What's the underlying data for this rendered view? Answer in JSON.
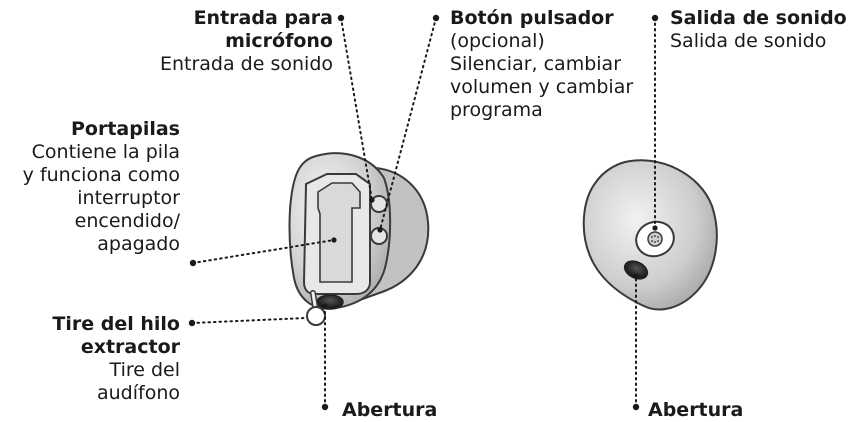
{
  "labels": {
    "mic": {
      "title_line1": "Entrada para",
      "title_line2": "micrófono",
      "desc": "Entrada de sonido"
    },
    "button": {
      "title": "Botón pulsador",
      "desc": [
        "(opcional)",
        "Silenciar, cambiar",
        "volumen y cambiar",
        "programa"
      ]
    },
    "sound_out": {
      "title": "Salida de sonido",
      "desc": "Salida de sonido"
    },
    "battery": {
      "title": "Portapilas",
      "desc": [
        "Contiene la pila",
        "y funciona como",
        "interruptor",
        "encendido/",
        "apagado"
      ]
    },
    "pull_string": {
      "title_line1": "Tire del hilo",
      "title_line2": "extractor",
      "desc": [
        "Tire del",
        "audífono"
      ]
    },
    "vent_left": {
      "title": "Abertura"
    },
    "vent_right": {
      "title": "Abertura"
    }
  },
  "colors": {
    "text": "#1a1a1a",
    "shell_light": "#e9e9e9",
    "shell_dark": "#9a9a9a",
    "outline": "#3a3a3a"
  }
}
